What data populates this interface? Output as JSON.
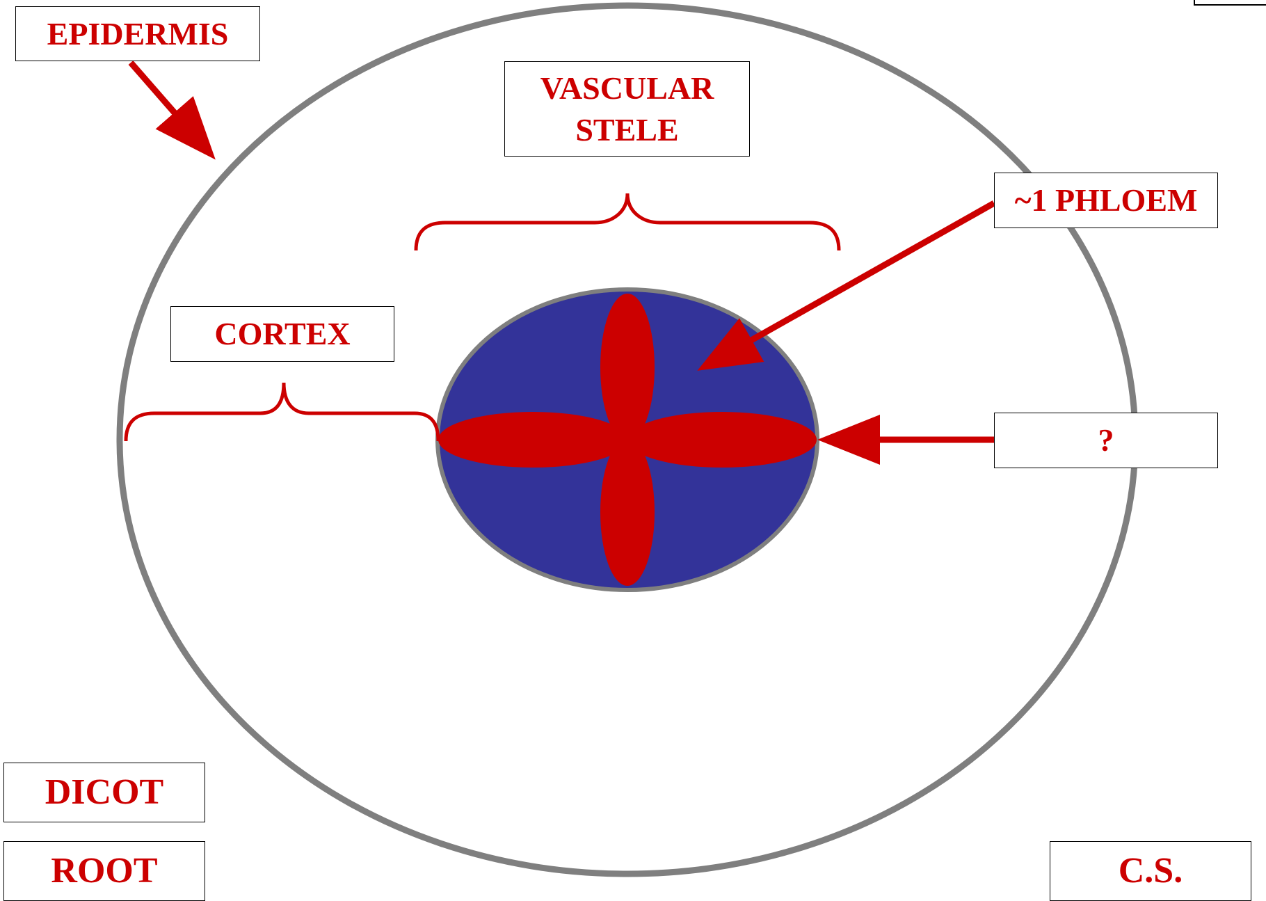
{
  "labels": {
    "epidermis": "EPIDERMIS",
    "vascular_line1": "VASCULAR",
    "vascular_line2": "STELE",
    "phloem": "~1 PHLOEM",
    "cortex": "CORTEX",
    "unknown": "?",
    "dicot": "DICOT",
    "root": "ROOT",
    "cs": "C.S."
  },
  "colors": {
    "label_text": "#cc0000",
    "arrow": "#cc0000",
    "xylem": "#cc0000",
    "stele_fill": "#333399",
    "outline": "#7f7f7f",
    "box_border": "#000000",
    "background": "#ffffff"
  }
}
